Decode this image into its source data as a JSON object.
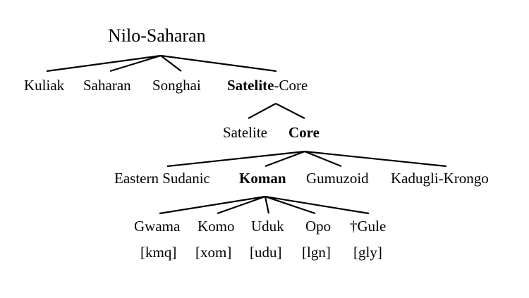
{
  "root": "Nilo-Saharan",
  "level1": {
    "kuliak": "Kuliak",
    "saharan": "Saharan",
    "songhai": "Songhai",
    "satelite_core_a": "Satelite",
    "satelite_core_b": "-Core"
  },
  "level2": {
    "satelite": "Satelite",
    "core": "Core"
  },
  "level3": {
    "eastern_sudanic": "Eastern Sudanic",
    "koman": "Koman",
    "gumuzoid": "Gumuzoid",
    "kadugli": "Kadugli-Krongo"
  },
  "koman_languages": [
    {
      "name": "Gwama",
      "code": "[kmq]"
    },
    {
      "name": "Komo",
      "code": "[xom]"
    },
    {
      "name": "Uduk",
      "code": "[udu]"
    },
    {
      "name": "Opo",
      "code": "[lgn]"
    },
    {
      "name": "†Gule",
      "code": "[gly]"
    }
  ]
}
